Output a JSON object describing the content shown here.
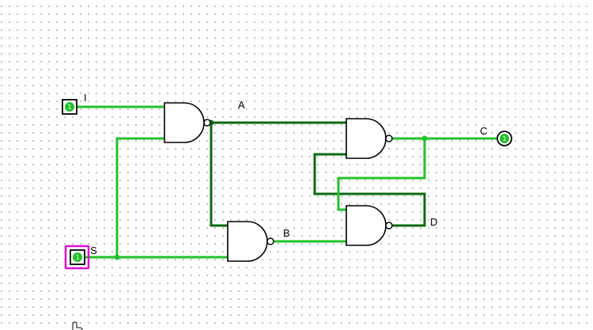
{
  "colors": {
    "wire_high": "#22c22a",
    "wire_low": "#0b6a10",
    "selection": "#e010d0",
    "pin_on": "#22c22a",
    "gate_stroke": "#000000",
    "background": "#ffffff"
  },
  "labels": {
    "input_i": "I",
    "input_s": "S",
    "node_a": "A",
    "node_b": "B",
    "output_c": "C",
    "node_d": "D"
  },
  "pins": {
    "input_i_value": "1",
    "input_s_value": "1",
    "output_c_value": "1"
  },
  "gates": [
    "nand-gate-1",
    "nand-gate-2",
    "nand-gate-3",
    "nand-gate-4"
  ],
  "cursor_icon": "hand-pointer-icon"
}
